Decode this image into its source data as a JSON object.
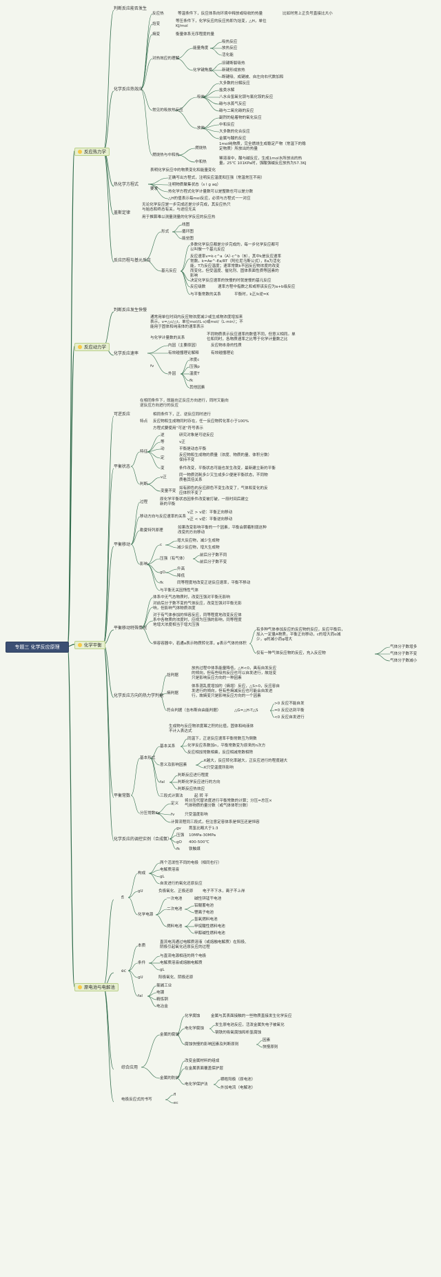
{
  "root": "专题三 化学反应原理",
  "branches": [
    {
      "icon": "bulb-icon",
      "title": "反应热力学"
    },
    {
      "icon": "bulb-icon",
      "title": "反应动力学"
    },
    {
      "icon": "bulb-icon",
      "title": "化学平衡"
    },
    {
      "icon": "bulb-icon",
      "title": "原电池与电解池"
    }
  ],
  "b1": {
    "judge": "判断反应能否发生",
    "heat": "化学反应热效应",
    "rh": "反应热",
    "rh_desc": "等温条件下，反应体系向环境中释放或吸收的热量",
    "rh_desc2": "比如时常上正负号直接比大小",
    "hb": "焓变",
    "hb_desc": "等压条件下，化学反应的反应热即为焓变，△H，单位KJ/mol",
    "sh": "熵变",
    "sh_desc": "衡量体系无序程度的量",
    "und": "对热效应的理解",
    "energy": "能量角度",
    "e1": "吸热反应",
    "e2": "放热反应",
    "e3": "活化能",
    "bond": "化学键角度",
    "k1": "旧键断裂吸热",
    "k2": "新键形成放热",
    "k3": "断键吸、成键被、自左向右代数加和",
    "common": "常见的吸放热反应",
    "ex": "吸热",
    "x1": "大多数的分解反应",
    "x2": "盐类水解",
    "x3": "八水合氢氧化钡与氯化铵的反应",
    "x4": "碳与水蒸气反应",
    "x5": "碳与二氧化碳的反应",
    "fr": "放热",
    "f1": "副烈的粘着物的氧化反应",
    "f2": "中和反应",
    "f3": "大多数的化合反应",
    "f4": "金属与酸的反应",
    "burn": "燃烧热与中和热",
    "bh": "燃烧热",
    "bh_desc": "1mol纯物质，完全燃烧生成稳定产物（常温下的稳定物质）所放出的热量",
    "nh": "中和热",
    "nh_desc": "稀溶液中，酸与碱反应，生成1mol水所放出的热量。25℃ 101KPa时，强酸强碱反应放热为57.3KJ",
    "tce": "热化学方程式",
    "tce_d1": "表明化学反应中的物质变化和能量变化",
    "req": "要求",
    "q1": "正确写出方程式，注明反应温度和压强（常温常压不用）",
    "q2": "注明物质聚集状态（s l g aq）",
    "q3": "热化学方程式化学计量数可以是整数也可以是分数",
    "q4": "△H的值表示每mol反应，必须与方程式一一对应",
    "hess": "盖斯定律",
    "hess_d1": "无论化学反应是一步完成还是分步完成，其反应热只与始态和终态有关，与途径无关",
    "hess_d2": "用于推算难以测量测量的化学反应的反应热",
    "hist": "反应历程与基元反应",
    "form": "形式",
    "fm1": "线图",
    "fm2": "循环图",
    "fm3": "能垒图",
    "elem": "基元反应",
    "el1": "多数化学反应都是分步完成的，每一步化学反应都可以叫做一个基元反应",
    "el2": "反应速率v=k·c^a（A）·c^b（B），其中k是反应速率常数。k=Ae^-Ea/RT（阿伦尼乌斯公式），Ea为活化能，T为反应温度；速率常数k不因反应物浓度的改变而变化，但受温度、催化剂、固体表面性质等因素的影响",
    "el3": "决定化学反应速率的快慢的时就是慢的基元反应",
    "el4": "反应级数",
    "el4_d": "速率方程中指数之和或称该反应为a+b级反应",
    "el5": "与平衡常数的关系",
    "el5_d": "平衡时，k正/k逆=K"
  },
  "b2": {
    "judge": "判断反应发生快慢",
    "rate": "化学反应速率",
    "r_def": "通常用单位时间内反应物浓度减少或生成物浓度增加来表示，v=△c/△t，单位mol/(L·s)或mol/（L·min）；不能用于固体和纯液体的速率表示",
    "coef": "与化学计量数的关系",
    "coef_d": "不同物质表示反应速率的数值不同，但意义相同。单位和同时，各物质速率之比等于化学计量数之比",
    "fac": "fv",
    "in": "内因（主要原因）",
    "in_d": "反应物本身的性质",
    "col": "有效碰撞理论解释",
    "col_d": "有效碰撞理论",
    "out": "外因",
    "o1": "浓度c",
    "o2": "压强p",
    "o3": "温度T",
    "o4": "fk",
    "o5": "其他因素"
  },
  "b3": {
    "rev": "可逆反应",
    "rev_d": "在相同条件下，既能向正反应方向进行，同时又能向逆反应方向进行的反应",
    "feat": "特点",
    "ft1": "相同条件下，正、逆反应同时进行",
    "ft2": "反应物和生成物同时存在，任一反应物转化率小于100%",
    "ft3": "方程式要使用“可逆”符号表示",
    "state": "平衡状态",
    "sf": "特征",
    "sf1": "逆",
    "sf1d": "研究对象是可逆反应",
    "sf2": "等",
    "sf2d": "v正",
    "sf3": "动",
    "sf3d": "平衡是动态平衡",
    "sf4": "定",
    "sf4d": "反应物和生成物的质量（浓度、物质的量、体积分数）保持不变",
    "sf5": "变",
    "sf5d": "条件改变，平衡状态可能也发生改变，最新建立新的平衡",
    "jd": "判断",
    "jd1": "v正",
    "jd1d": "同一物质消耗多少又生成多少便是平衡状态，不同物质看其倍关系",
    "jd2": "变量不变",
    "jd2d": "如有颜色的反应颜色不变生改变了，气体和变化的反应体积不变了",
    "move": "平衡移动",
    "proc": "过程",
    "proc_d": "原化学平衡状态因条件改变被打破，一段时间后建立新的平衡",
    "dir": "移动方向与反应速率的关系",
    "dir1": "v正 > v逆：平衡正向移动",
    "dir2": "v正 < v逆：平衡逆向移动",
    "lcp": "勒夏特列原理",
    "lcp_d": "如果改变影响平衡的一个因素，平衡会朝着削弱这种改变的方向移动",
    "inf": "影响",
    "ic": "c",
    "ic1": "增大反应物，减少生成物",
    "ic2": "减少反应物，增大生成物",
    "ip": "压强（有气体）",
    "ip1": "前后分子数不同",
    "ip2": "前后分子数不变",
    "it": "gO",
    "it1": "升高",
    "it2": "降低",
    "ik": "fk",
    "ik_d": "同等程度地改变正逆反应速率，平衡不移动",
    "inert": "与平衡无关因惰性气体",
    "noble": "平衡移动特殊情况",
    "n1": "体系中无气态物质时，改变压强对平衡无影响",
    "n2": "对前后分子数不变的气体反应，改变压强对平衡无影响，但影响气体物质浓度",
    "n3": "对于有气体参加的恒容反应，同等程度地改变反应体系中各物质的浓度时，应视为压强的影响，同等程度地增大浓度相当于增大压强",
    "n4": "恒容容器中，若通a表示物质转化率，φ表示气体的体积",
    "n4a": "有多种气体参加反应的反应物的反应，反应平衡后，加入一定量A物质，平衡正向移动，c的增大而α减少，φ的减小而φ增大",
    "n4b": "仅有一种气体反应物的反应，充入反应物",
    "n4b1": "气体分子数增多",
    "n4b2": "气体分子数不变",
    "n4b3": "气体分子数减小",
    "dirj": "化学反应方向的热力学判据",
    "enth": "焓判据",
    "enth_d": "放热过程中体系能量降低，△H<0，具有自发反应的倾向，但有些吸热反应也可以自发进行，故焓变只是影响反应方向的一种因素",
    "entr": "熵判据",
    "entr_d": "体系混乱度增加的（熵增）反应，△S>0，反应容自发进行的倾向，但有些熵减反应也可能会自发进行，故熵变只是影响反应方向的一个因素",
    "comb": "符合判据（吉布斯自由能判据）",
    "comb_f": "△G=△H-T△S",
    "cb1": ">0 反应不能自发",
    "cb2": "=0 反应达到平衡",
    "cb3": "<0 反应自发进行",
    "K": "平衡常数",
    "bf": "基本形式",
    "bf_d": "生成物与反应物浓度幂之积的比值，固体和纯液体不计入表达式",
    "br": "基本关系",
    "br1": "同温下，正逆反应速率平衡常数互为倒数",
    "br2": "化学反应系数加n，平衡常数变为原来的n次方",
    "br3": "反应相加常数相乘，反应相减常数相除",
    "fx": "意义及影响因素",
    "fx1": "K越大，反应转化率越大，正反应进行的程度越大",
    "fx2": "K只受温度所影响",
    "use": "fal",
    "u1": "判断反应进行程度",
    "u2": "判断化学反应进行的方向",
    "u3": "判断反应热效应",
    "tri": "三段式计算法",
    "tri_d": "起 转 平",
    "kp": "分压常数Kp",
    "kp1": "定义",
    "kp1d": "将分压代替浓度进行平衡常数的计算；分压=总压×气体物质的量分数（或气体体积分数）",
    "kp2": "fv",
    "kp2d": "只受温度影响",
    "kp3": "计算流程同三段式，但注意定容体系是恒压还是恒容",
    "ind": "化学反应的调控实例（合成氨）",
    "id1": "gv",
    "id1d": "氮氢比略大于1:3",
    "id2": "压强",
    "id2d": "10MPa-30MPa",
    "id3": "gO",
    "id3d": "400-500℃",
    "id4": "fk",
    "id4d": "铁触媒"
  },
  "b4": {
    "a": "fl",
    "comp": "构成",
    "c1": "两个活泼性不同的电极（相同也行）",
    "c2": "电解质溶液",
    "c3": "gL",
    "c4": "自发进行的氧化还原反应",
    "q": "gU",
    "q_d": "负极氧化、正极还原",
    "q_d2": "电子不下水，离子不上岸",
    "src": "化学电源",
    "s1": "一次电池",
    "s1d": "碱性锌锰干电池",
    "s2": "二次电池",
    "s2a": "铅酸蓄电池",
    "s2b": "锂离子电池",
    "s3": "燃料电池",
    "s3a": "氢氧燃料电池",
    "s3b": "甲烷酸性燃料电池",
    "s3c": "甲醇碱性燃料电池",
    "e": "ec",
    "ep": "本质",
    "ep_d": "直流电流通过电解质溶液（或熔融电解质）在阳极、阴极引起氧化还原反应的过程",
    "ec": "条件",
    "ec1": "与直流电源相连的两个电极",
    "ec2": "电解质溶液或熔融电解质",
    "ec3": "gL",
    "eq": "gU",
    "eq_d": "阳极氧化、阴极还原",
    "eu": "fal",
    "eu1": "氯碱工业",
    "eu2": "电镀",
    "eu3": "精炼铜",
    "eu4": "电冶金",
    "comp2": "综合应用",
    "corr": "金属的腐蚀",
    "co1": "化学腐蚀",
    "co1d": "金属与其表面接触的一些物质直接发生化学反应",
    "co2": "电化学腐蚀",
    "co2a": "发生原电池反应，活泼金属失电子被氧化",
    "co2b": "钢铁的吸氧腐蚀和析氢腐蚀",
    "co3": "腐蚀快慢的影响因素及判断原则",
    "co3a": "因素",
    "co3b": "快慢原则",
    "prot": "金属的防护",
    "p1": "改变金属材料的组成",
    "p2": "在金属表面覆盖保护层",
    "p3": "电化学保护法",
    "p3a": "牺牲阳极（原电池）",
    "p3b": "外加电流（电解池）",
    "wr": "电极反应式的书写",
    "wr1": "fl",
    "wr2": "ec"
  }
}
